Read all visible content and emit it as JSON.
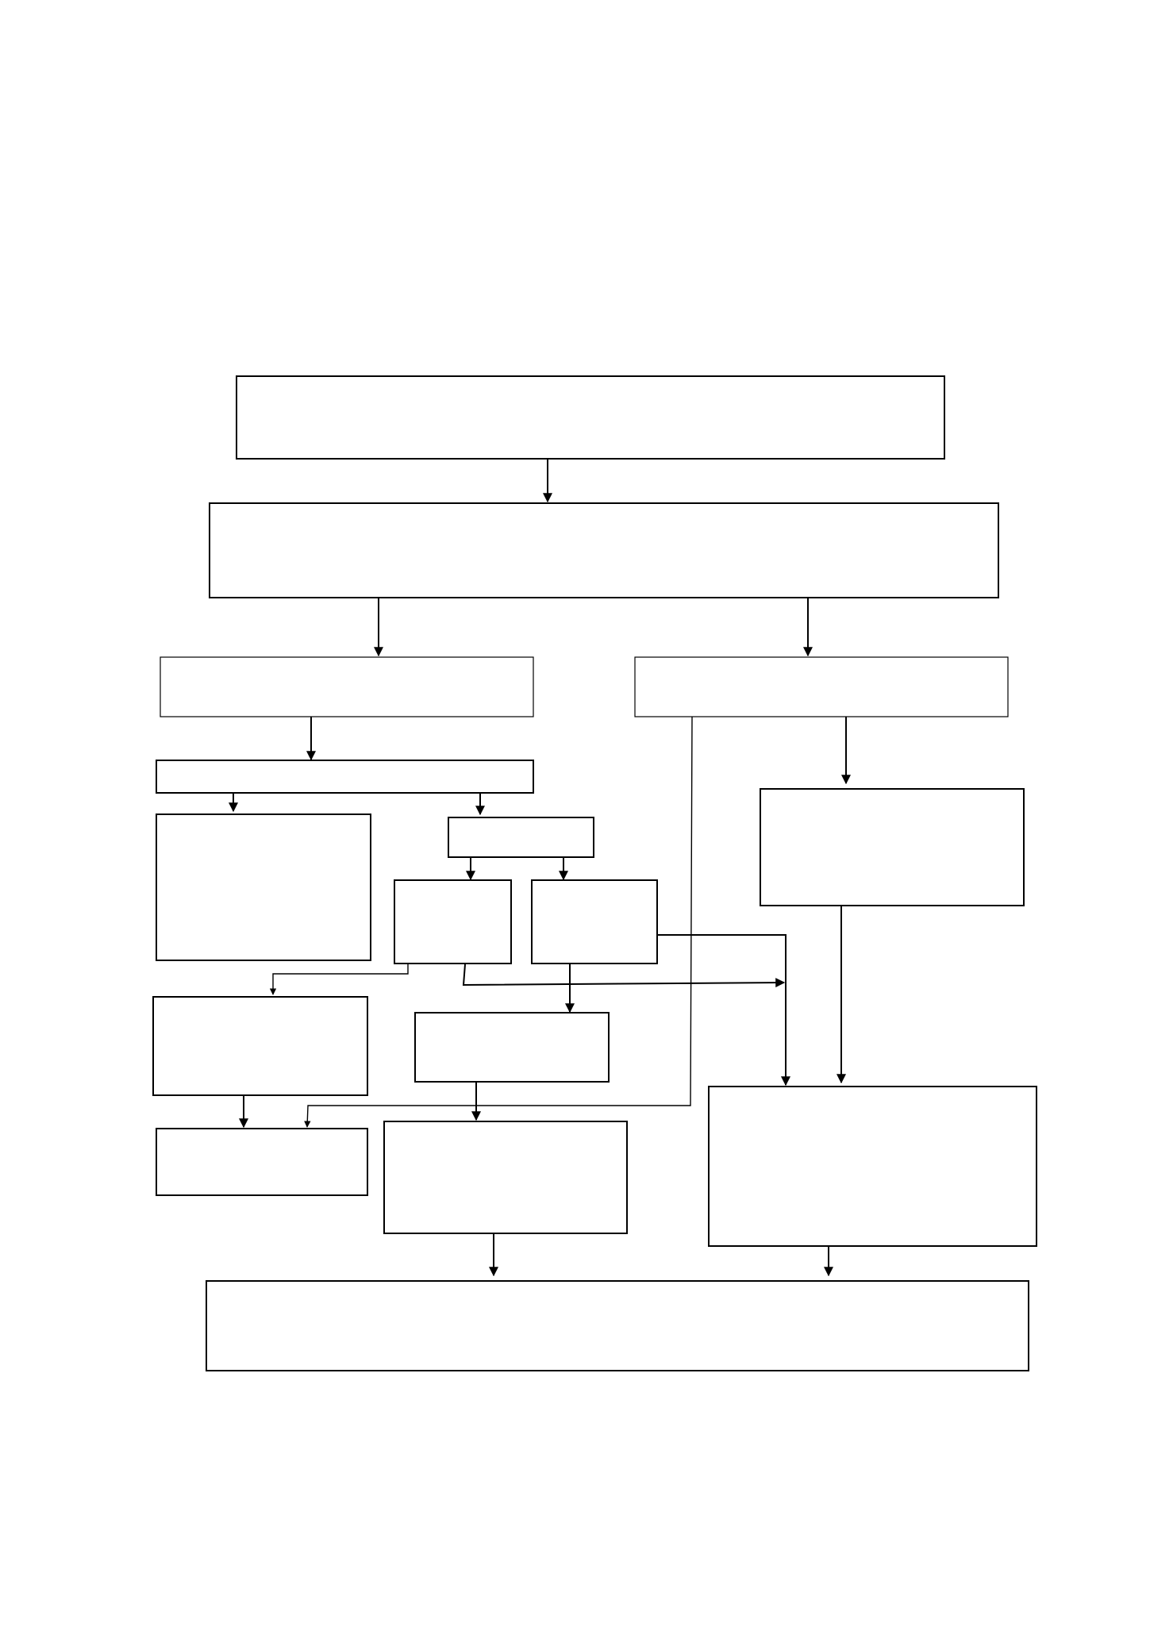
{
  "diagram": {
    "nodes": [
      {
        "id": "top",
        "label": ""
      },
      {
        "id": "second",
        "label": ""
      },
      {
        "id": "branch-left",
        "label": ""
      },
      {
        "id": "branch-right",
        "label": ""
      },
      {
        "id": "left-bar",
        "label": ""
      },
      {
        "id": "left-large",
        "label": ""
      },
      {
        "id": "middle-small",
        "label": ""
      },
      {
        "id": "middle-left",
        "label": ""
      },
      {
        "id": "middle-right",
        "label": ""
      },
      {
        "id": "right-upper",
        "label": ""
      },
      {
        "id": "left-lower",
        "label": ""
      },
      {
        "id": "middle-lower",
        "label": ""
      },
      {
        "id": "left-bottom",
        "label": ""
      },
      {
        "id": "middle-bottom",
        "label": ""
      },
      {
        "id": "right-lower",
        "label": ""
      },
      {
        "id": "final",
        "label": ""
      }
    ]
  },
  "colors": {
    "stroke": "#000000",
    "background": "#ffffff"
  }
}
